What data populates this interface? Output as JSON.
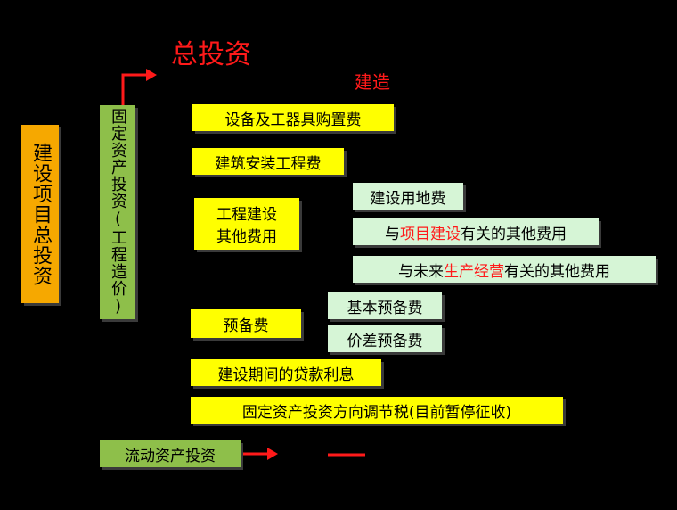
{
  "title": "总投资",
  "construction_label": "建造",
  "root": "建设项目总投资",
  "fixed_asset": "固定资产投资(工程造价)",
  "items": {
    "equipment": "设备及工器具购置费",
    "building": "建筑安装工程费",
    "other_line1": "工程建设",
    "other_line2": "其他费用",
    "land": "建设用地费",
    "project_pre": "与",
    "project_hl": "项目建设",
    "project_post": "有关的其他费用",
    "future_pre": "与未来",
    "future_hl": "生产经营",
    "future_post": "有关的其他费用",
    "reserve": "预备费",
    "basic_reserve": "基本预备费",
    "price_reserve": "价差预备费",
    "interest": "建设期间的贷款利息",
    "tax": "固定资产投资方向调节税(目前暂停征收)"
  },
  "current_asset": "流动资产投资",
  "colors": {
    "accent": "#ff1a1a",
    "yellow": "#ffff00",
    "light_green": "#d6f5d6",
    "green": "#8ebf4a",
    "orange": "#f6a800"
  }
}
